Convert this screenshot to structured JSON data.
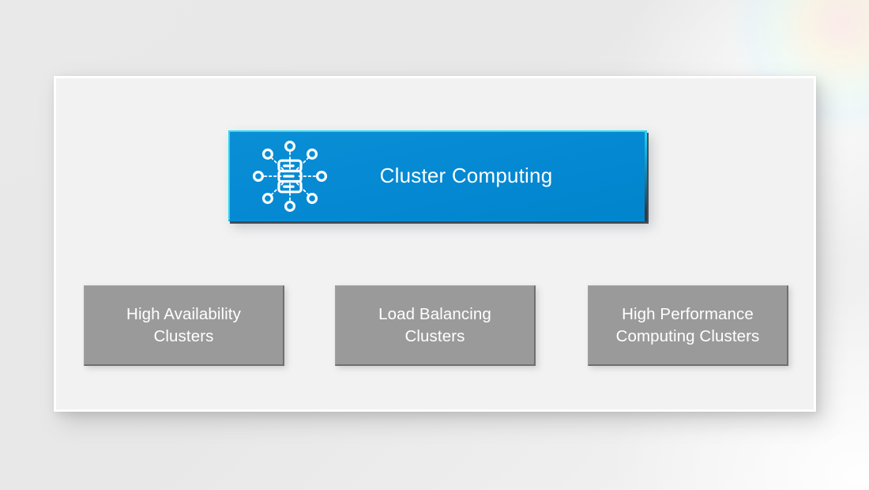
{
  "diagram": {
    "type": "hierarchy",
    "title": "Cluster Computing",
    "root": {
      "label": "Cluster Computing",
      "icon": "cluster-server-network-icon",
      "fill_color": "#0089D4",
      "accent_color": "#25E0F5",
      "text_color": "#FFFFFF"
    },
    "children": [
      {
        "id": "high-availability-clusters",
        "label": "High Availability Clusters",
        "line1": "High Availability",
        "line2": "Clusters",
        "fill_color": "#9A9A9A",
        "text_color": "#FFFFFF"
      },
      {
        "id": "load-balancing-clusters",
        "label": "Load Balancing Clusters",
        "line1": "Load Balancing",
        "line2": "Clusters",
        "fill_color": "#9A9A9A",
        "text_color": "#FFFFFF"
      },
      {
        "id": "high-performance-computing-clusters",
        "label": "High Performance Computing Clusters",
        "line1": "High Performance",
        "line2": "Computing Clusters",
        "fill_color": "#9A9A9A",
        "text_color": "#FFFFFF"
      }
    ],
    "connectors": {
      "color_start": "#28E6F8",
      "color_end": "#1782C8",
      "stroke_width": 2
    }
  },
  "canvas": {
    "background_color": "#EAEAEA",
    "card_background_color": "#F2F2F2",
    "card_border_color": "#FFFFFF"
  }
}
